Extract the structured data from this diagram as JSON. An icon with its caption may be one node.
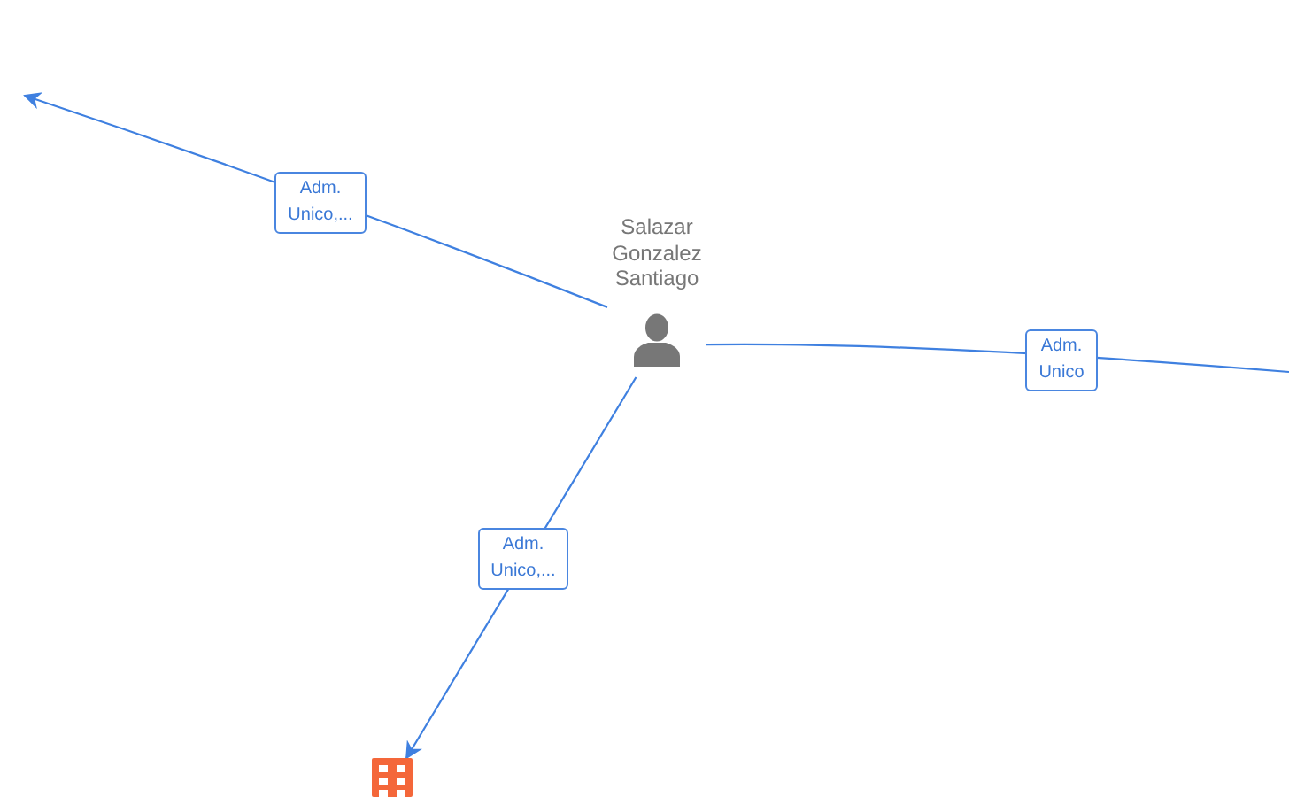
{
  "diagram": {
    "nodes": [
      {
        "text": [
          "Salazar Gonzalez Santiago"
        ]
      },
      {
        "text": [],
        "shape": "picture"
      }
    ],
    "edges": [
      {
        "from": 0,
        "to": null,
        "arrow": "to",
        "label": "Adm. Unico,..."
      },
      {
        "from": 0,
        "to": 1,
        "arrow": "to",
        "label": "Adm. Unico,..."
      },
      {
        "from": 0,
        "to": null,
        "arrow": "none",
        "label": "Adm. Unico"
      }
    ]
  }
}
